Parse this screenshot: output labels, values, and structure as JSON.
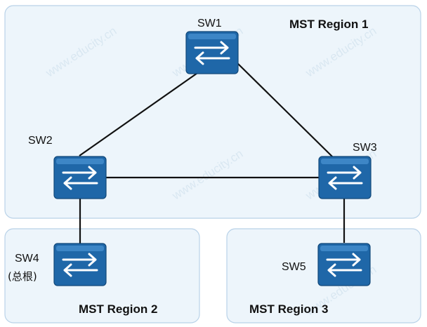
{
  "regions": {
    "region1": {
      "label": "MST Region 1"
    },
    "region2": {
      "label": "MST Region 2"
    },
    "region3": {
      "label": "MST Region 3"
    }
  },
  "switches": {
    "sw1": {
      "label": "SW1"
    },
    "sw2": {
      "label": "SW2"
    },
    "sw3": {
      "label": "SW3"
    },
    "sw4": {
      "label": "SW4",
      "sublabel": "(总根)"
    },
    "sw5": {
      "label": "SW5"
    }
  },
  "links": [
    {
      "from": "SW1",
      "to": "SW2"
    },
    {
      "from": "SW1",
      "to": "SW3"
    },
    {
      "from": "SW2",
      "to": "SW3"
    },
    {
      "from": "SW2",
      "to": "SW4"
    },
    {
      "from": "SW3",
      "to": "SW5"
    }
  ],
  "watermark": {
    "text": "www.educity.cn"
  },
  "colors": {
    "region_fill": "#edf5fb",
    "region_border": "#b9d2e8",
    "switch_fill": "#1f67a8",
    "link": "#111111"
  }
}
